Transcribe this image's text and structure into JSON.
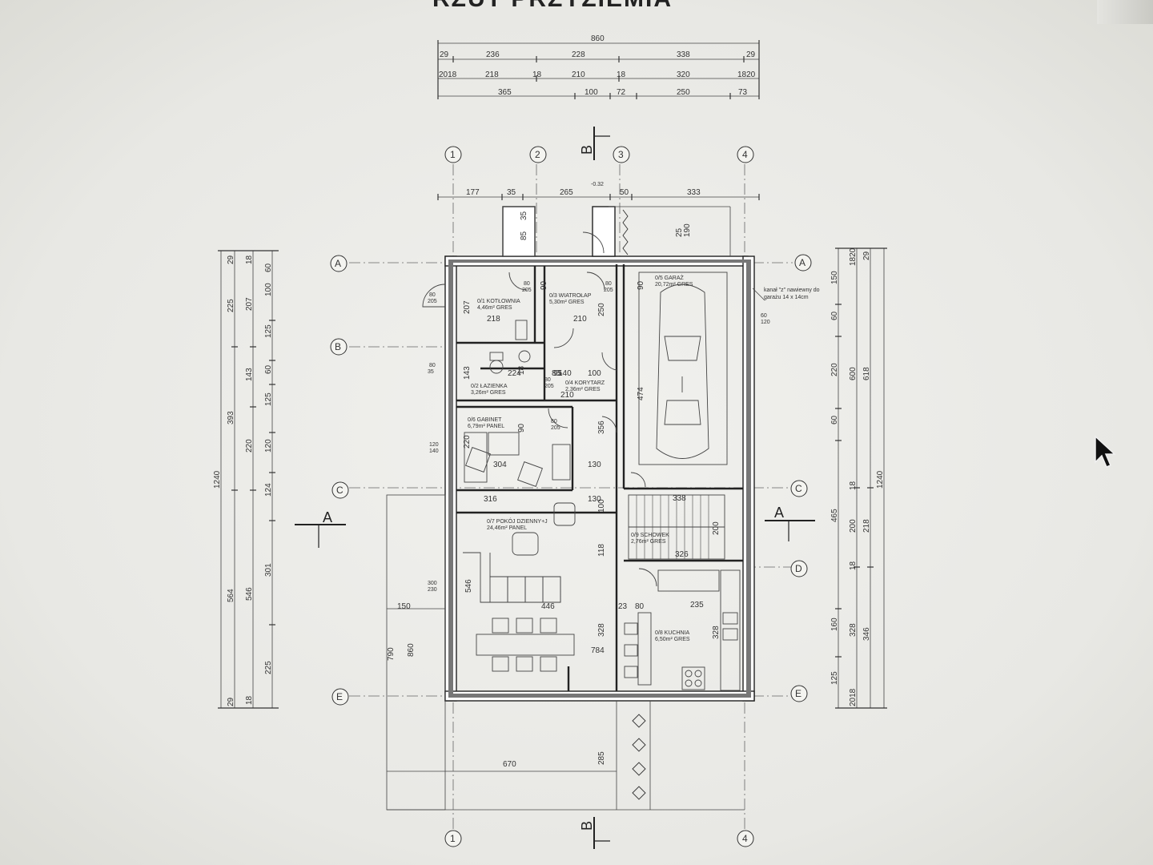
{
  "title": "RZUT PRZYZIEMIA",
  "axes_vertical": [
    "1",
    "2",
    "3",
    "4"
  ],
  "axes_horizontal": [
    "A",
    "B",
    "C",
    "D",
    "E"
  ],
  "sections": {
    "a": "A",
    "b": "B"
  },
  "top_dims": {
    "row1": [
      "860"
    ],
    "row2": [
      "29",
      "236",
      "228",
      "338",
      "29"
    ],
    "row3": [
      "2018",
      "218",
      "18",
      "210",
      "18",
      "320",
      "1820"
    ],
    "row4": [
      "365",
      "100",
      "72",
      "250",
      "73"
    ],
    "row5": [
      "177",
      "35",
      "265",
      "50",
      "333"
    ],
    "level": "-0.32"
  },
  "left_dims": {
    "overall": "1240",
    "c1": [
      "225",
      "393",
      "564"
    ],
    "c2": [
      "207",
      "143",
      "220",
      "546"
    ],
    "c3": [
      "100",
      "125",
      "60",
      "125",
      "120",
      "124",
      "301",
      "225"
    ],
    "small": [
      "29",
      "18",
      "18",
      "29",
      "60"
    ]
  },
  "right_dims": {
    "overall": "1240",
    "c1": [
      "150",
      "60",
      "220",
      "60",
      "465",
      "160",
      "125"
    ],
    "c2": [
      "600",
      "200",
      "328"
    ],
    "c3": [
      "618",
      "218",
      "346"
    ],
    "small": [
      "1820",
      "29",
      "18",
      "18",
      "2018"
    ]
  },
  "rooms": {
    "kotlownia": {
      "name": "0/1 KOTŁOWNIA",
      "area": "4,46m² GRES",
      "w": "218",
      "h": "207"
    },
    "wiatrolap": {
      "name": "0/3 WIATROŁAP",
      "area": "5,30m² GRES",
      "w": "210",
      "h": "250"
    },
    "lazienka": {
      "name": "0/2 ŁAZIENKA",
      "area": "3,26m² GRES",
      "w": "224",
      "h": "143"
    },
    "korytarz": {
      "name": "0/4 KORYTARZ",
      "area": "2,36m² GRES",
      "w": "210"
    },
    "gabinet": {
      "name": "0/6 GABINET",
      "area": "6,79m² PANEL",
      "w": "304",
      "h": "220"
    },
    "pokoj": {
      "name": "0/7 POKÓJ DZIENNY+J",
      "area": "24,46m² PANEL",
      "w": "446",
      "h": "546"
    },
    "kuchnia": {
      "name": "0/8 KUCHNIA",
      "area": "6,50m² GRES",
      "w": "235",
      "h": "328"
    },
    "garaz": {
      "name": "0/5 GARAŻ",
      "area": "20,72m² GRES",
      "h": "474",
      "w": "338"
    },
    "schody": {
      "name": "0/9 SCHOWEK",
      "area": "2,76m² GRES",
      "w": "326",
      "h": "200"
    }
  },
  "misc_dims": [
    "80",
    "205",
    "90",
    "100",
    "356",
    "130",
    "118",
    "316",
    "150",
    "784",
    "23",
    "80",
    "328",
    "670",
    "285",
    "790",
    "860",
    "300",
    "230",
    "120",
    "140",
    "60",
    "120",
    "85",
    "35",
    "25",
    "190",
    "95",
    "140",
    "18"
  ],
  "note": "kanał \"z\" nawiewny do garażu 14 x 14cm",
  "colors": {
    "line": "#222222",
    "bg": "#eeeeea"
  }
}
